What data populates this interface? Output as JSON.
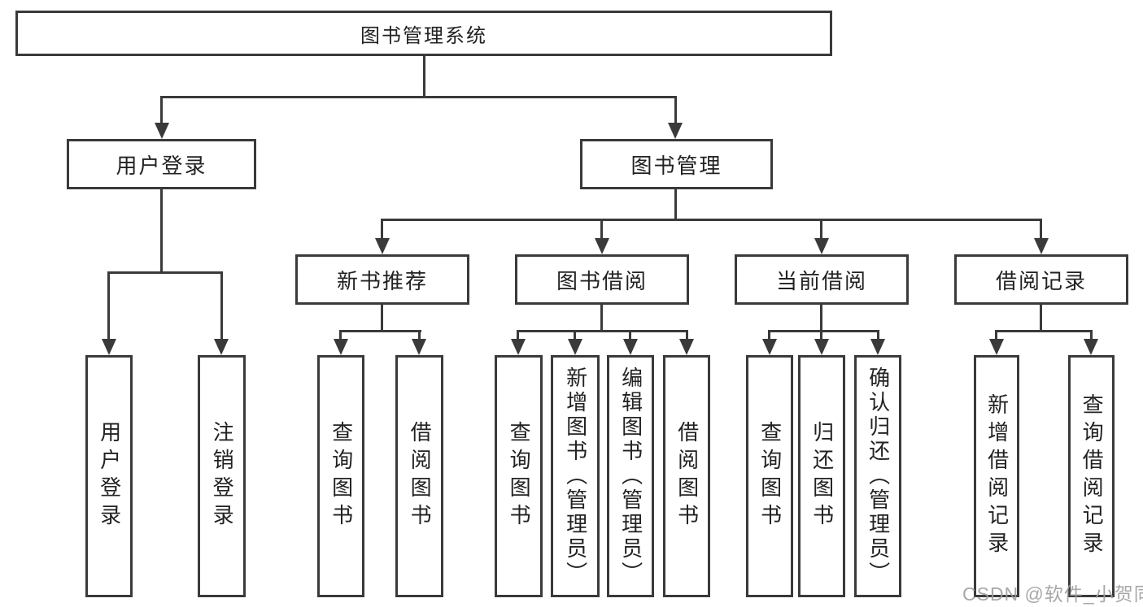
{
  "diagram": {
    "root": {
      "label": "图书管理系统"
    },
    "level2": {
      "user_login": {
        "label": "用户登录"
      },
      "book_mgmt": {
        "label": "图书管理"
      }
    },
    "level3": {
      "new_book_rec": {
        "label": "新书推荐"
      },
      "book_borrow": {
        "label": "图书借阅"
      },
      "current_borrow": {
        "label": "当前借阅"
      },
      "borrow_record": {
        "label": "借阅记录"
      }
    },
    "leaves": {
      "login": {
        "label": "用户登录"
      },
      "logout": {
        "label": "注销登录"
      },
      "rec_query": {
        "label": "查询图书"
      },
      "rec_borrow": {
        "label": "借阅图书"
      },
      "bb_query": {
        "label": "查询图书"
      },
      "bb_add": {
        "label": "新增图书（管理员）"
      },
      "bb_edit": {
        "label": "编辑图书（管理员）"
      },
      "bb_borrow": {
        "label": "借阅图书"
      },
      "cb_query": {
        "label": "查询图书"
      },
      "cb_return": {
        "label": "归还图书"
      },
      "cb_confirm": {
        "label": "确认归还（管理员）"
      },
      "br_add": {
        "label": "新增借阅记录"
      },
      "br_query": {
        "label": "查询借阅记录"
      }
    },
    "watermark": "CSDN @软件_小贺同学",
    "colors": {
      "line": "#3a3a3a",
      "box_fill": "#ffffff",
      "text": "#222222",
      "watermark": "#9e9e9e"
    }
  }
}
